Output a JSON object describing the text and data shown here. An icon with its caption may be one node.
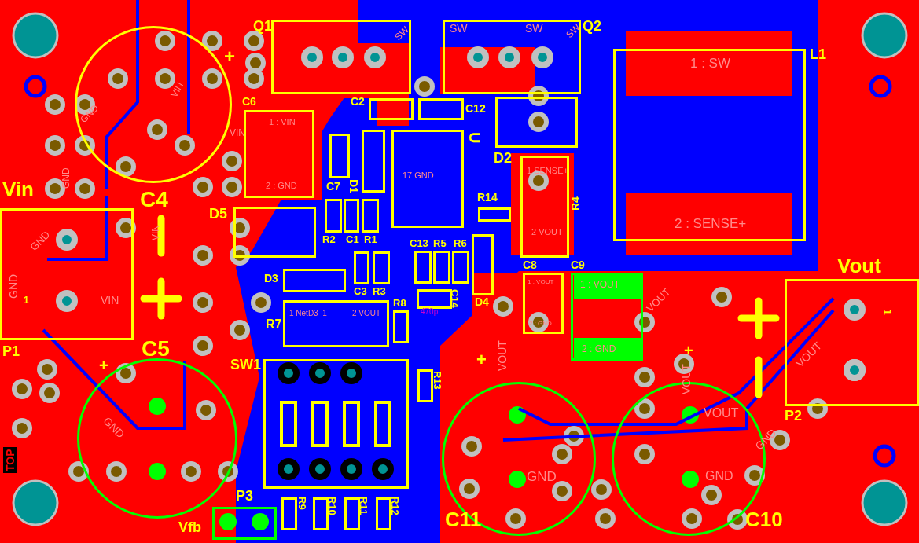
{
  "diagram": {
    "nodes": [
      {
        "text": [
          "C4",
          "+"
        ]
      },
      {
        "text": [
          "Q1"
        ]
      },
      {
        "text": [
          "SW",
          "SW",
          "Q2"
        ]
      },
      {
        "text": [
          "L1",
          "1 : SW",
          "2 : SENSE+"
        ]
      },
      {
        "text": [
          "C6",
          "1 : VIN",
          "2 : GND"
        ]
      },
      {
        "text": [
          "C2"
        ]
      },
      {
        "text": [
          "C12"
        ]
      },
      {
        "text": [
          "U",
          "17 GND"
        ]
      },
      {
        "text": [
          "D2"
        ]
      },
      {
        "text": [
          "C7"
        ]
      },
      {
        "text": [
          "D1"
        ]
      },
      {
        "text": [
          "R14"
        ]
      },
      {
        "text": [
          "R4",
          "1 SENSE+",
          "2 VOUT"
        ]
      },
      {
        "text": [
          "R2"
        ]
      },
      {
        "text": [
          "C1"
        ]
      },
      {
        "text": [
          "R1"
        ]
      },
      {
        "text": [
          "D5"
        ]
      },
      {
        "text": [
          "C13"
        ]
      },
      {
        "text": [
          "R5"
        ]
      },
      {
        "text": [
          "R6"
        ]
      },
      {
        "text": [
          "D4"
        ]
      },
      {
        "text": [
          "C3"
        ]
      },
      {
        "text": [
          "R3"
        ]
      },
      {
        "text": [
          "D3"
        ]
      },
      {
        "text": [
          "C14"
        ]
      },
      {
        "text": [
          "R7",
          "1 NetD3_1",
          "2 VOUT"
        ]
      },
      {
        "text": [
          "R8"
        ]
      },
      {
        "text": [
          "R13"
        ]
      },
      {
        "text": [
          "C8",
          "1 : VOUT",
          "2 : GND"
        ]
      },
      {
        "text": [
          "C9",
          "1 : VOUT",
          "2 : GND"
        ]
      },
      {
        "text": [
          "Vin",
          "P1",
          "VIN",
          "GND",
          "1",
          "GND"
        ]
      },
      {
        "text": [
          "C5",
          "+",
          "GND"
        ]
      },
      {
        "text": [
          "SW1"
        ]
      },
      {
        "text": [
          "R9"
        ]
      },
      {
        "text": [
          "R10"
        ]
      },
      {
        "text": [
          "R11"
        ]
      },
      {
        "text": [
          "R12"
        ]
      },
      {
        "text": [
          "P3",
          "Vfb"
        ]
      },
      {
        "text": [
          "C11",
          "+",
          "VOUT",
          "GND"
        ]
      },
      {
        "text": [
          "C10",
          "+",
          "VOUT",
          "VOUT",
          "GND",
          "GND"
        ]
      },
      {
        "text": [
          "Vout",
          "P2",
          "VOUT",
          "1"
        ]
      }
    ],
    "labels": [
      "VIN",
      "GND",
      "VIN",
      "GND",
      "VIN",
      "SW",
      "SW",
      "VOUT",
      "470p",
      "TOP"
    ]
  }
}
